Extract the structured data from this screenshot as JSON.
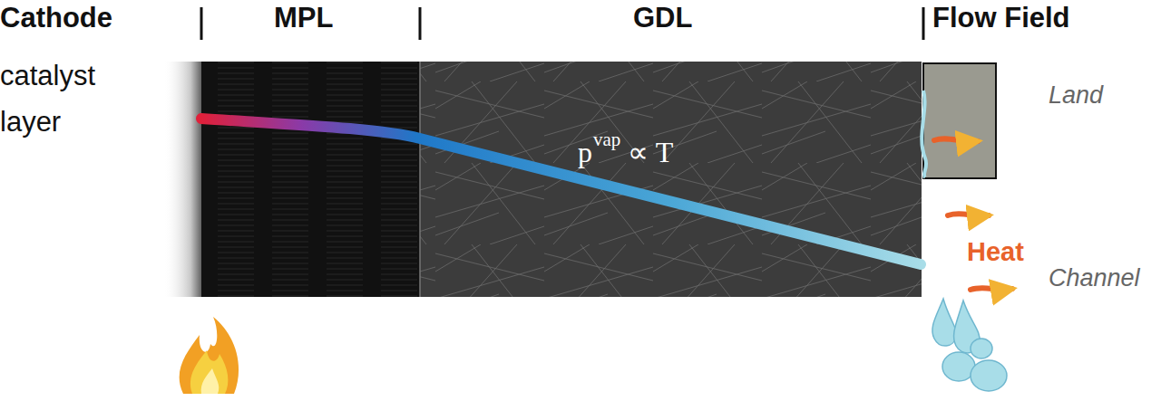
{
  "diagram": {
    "labels": [
      "Cathode",
      "MPL",
      "GDL",
      "Flow Field",
      "catalyst layer",
      "p",
      "vap",
      "∝ T",
      "Land",
      "Heat",
      "Channel"
    ]
  }
}
